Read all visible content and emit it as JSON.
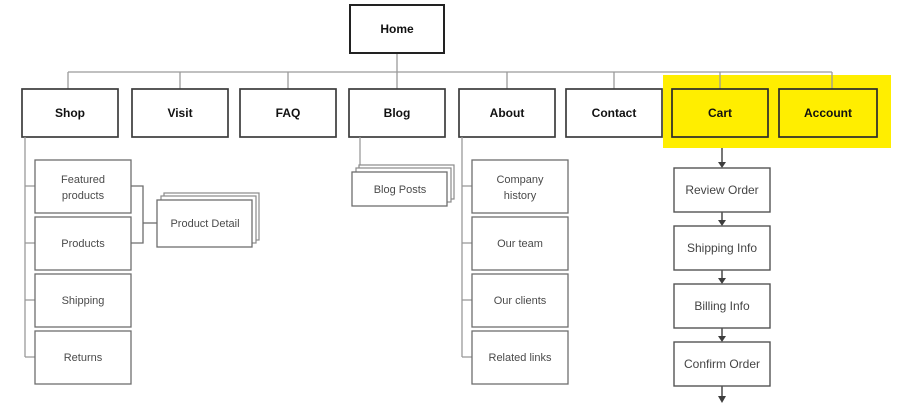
{
  "diagram": {
    "type": "sitemap-tree",
    "title_node": "Home",
    "highlight_color": "#ffee00",
    "root": {
      "label": "Home"
    },
    "level2": [
      {
        "label": "Shop"
      },
      {
        "label": "Visit"
      },
      {
        "label": "FAQ"
      },
      {
        "label": "Blog"
      },
      {
        "label": "About"
      },
      {
        "label": "Contact"
      },
      {
        "label": "Cart",
        "highlighted": true
      },
      {
        "label": "Account",
        "highlighted": true
      }
    ],
    "shop_children": [
      {
        "label": "Featured products"
      },
      {
        "label": "Products"
      },
      {
        "label": "Shipping"
      },
      {
        "label": "Returns"
      }
    ],
    "product_detail": {
      "label": "Product Detail",
      "stacked": true
    },
    "blog_children": [
      {
        "label": "Blog Posts",
        "stacked": true
      }
    ],
    "about_children": [
      {
        "label": "Company history"
      },
      {
        "label": "Our team"
      },
      {
        "label": "Our clients"
      },
      {
        "label": "Related links"
      }
    ],
    "cart_flow": [
      {
        "label": "Review Order"
      },
      {
        "label": "Shipping Info"
      },
      {
        "label": "Billing Info"
      },
      {
        "label": "Confirm Order"
      }
    ]
  }
}
